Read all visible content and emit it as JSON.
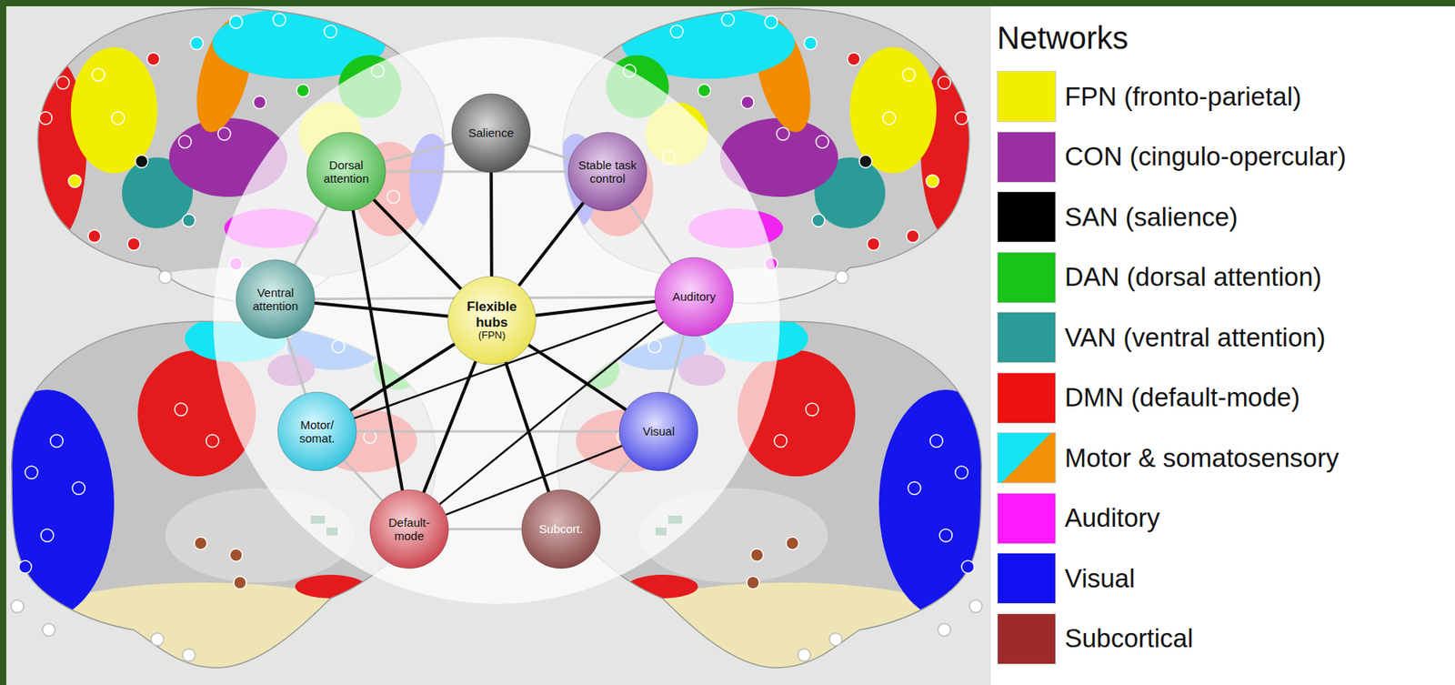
{
  "diagram": {
    "nodes": [
      {
        "text": [
          "Salience"
        ]
      },
      {
        "text": [
          "Dorsal attention"
        ]
      },
      {
        "text": [
          "Stable task control"
        ]
      },
      {
        "text": [
          "Ventral attention"
        ]
      },
      {
        "text": [
          "Flexible hubs",
          "(FPN)"
        ]
      },
      {
        "text": [
          "Auditory"
        ]
      },
      {
        "text": [
          "Motor/ somat."
        ]
      },
      {
        "text": [
          "Visual"
        ]
      },
      {
        "text": [
          "Default- mode"
        ]
      },
      {
        "text": [
          "Subcort."
        ]
      }
    ],
    "edges": [
      {
        "from": 4,
        "to": 0,
        "arrow": "none"
      },
      {
        "from": 4,
        "to": 1,
        "arrow": "none"
      },
      {
        "from": 4,
        "to": 2,
        "arrow": "none"
      },
      {
        "from": 4,
        "to": 3,
        "arrow": "none"
      },
      {
        "from": 4,
        "to": 5,
        "arrow": "none"
      },
      {
        "from": 4,
        "to": 6,
        "arrow": "none"
      },
      {
        "from": 4,
        "to": 7,
        "arrow": "none"
      },
      {
        "from": 4,
        "to": 8,
        "arrow": "none"
      },
      {
        "from": 4,
        "to": 9,
        "arrow": "none"
      },
      {
        "from": 1,
        "to": 8,
        "arrow": "none"
      },
      {
        "from": 8,
        "to": 7,
        "arrow": "none"
      },
      {
        "from": 8,
        "to": 5,
        "arrow": "none"
      },
      {
        "from": 6,
        "to": 5,
        "arrow": "none"
      },
      {
        "from": 0,
        "to": 2,
        "arrow": "none"
      },
      {
        "from": 2,
        "to": 5,
        "arrow": "none"
      },
      {
        "from": 5,
        "to": 7,
        "arrow": "none"
      },
      {
        "from": 7,
        "to": 9,
        "arrow": "none"
      },
      {
        "from": 9,
        "to": 8,
        "arrow": "none"
      },
      {
        "from": 8,
        "to": 6,
        "arrow": "none"
      },
      {
        "from": 6,
        "to": 3,
        "arrow": "none"
      },
      {
        "from": 3,
        "to": 1,
        "arrow": "none"
      },
      {
        "from": 1,
        "to": 0,
        "arrow": "none"
      },
      {
        "from": 1,
        "to": 2,
        "arrow": "none"
      },
      {
        "from": 3,
        "to": 5,
        "arrow": "none"
      },
      {
        "from": 6,
        "to": 7,
        "arrow": "none"
      }
    ],
    "labels": [
      "Networks"
    ],
    "legend": [
      {
        "text": "FPN (fronto-parietal)",
        "color": "#f2ee00"
      },
      {
        "text": "CON (cingulo-opercular)",
        "color": "#9a2fa3"
      },
      {
        "text": "SAN (salience)",
        "color": "#000000"
      },
      {
        "text": "DAN (dorsal attention)",
        "color": "#19c419"
      },
      {
        "text": "VAN (ventral attention)",
        "color": "#2b9b97"
      },
      {
        "text": "DMN (default-mode)",
        "color": "#ee1111"
      },
      {
        "text": "Motor & somatosensory"
      },
      {
        "text": "Auditory",
        "color": "#ff19ff"
      },
      {
        "text": "Visual",
        "color": "#1010f0"
      },
      {
        "text": "Subcortical",
        "color": "#9e2b2b"
      }
    ]
  }
}
